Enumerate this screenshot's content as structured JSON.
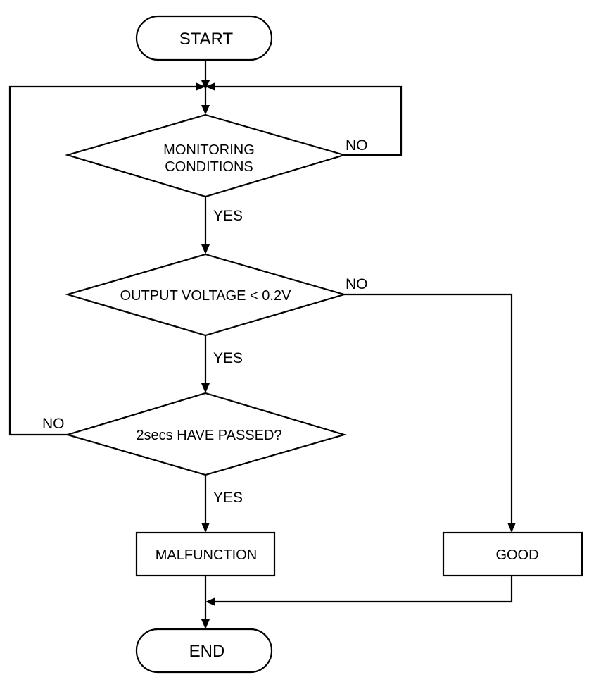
{
  "nodes": {
    "start": "START",
    "monitoring_line1": "MONITORING",
    "monitoring_line2": "CONDITIONS",
    "output_voltage": "OUTPUT VOLTAGE < 0.2V",
    "two_secs": "2secs HAVE PASSED?",
    "malfunction": "MALFUNCTION",
    "good": "GOOD",
    "end": "END"
  },
  "edge_labels": {
    "monitoring_no": "NO",
    "monitoring_yes": "YES",
    "voltage_no": "NO",
    "voltage_yes": "YES",
    "two_secs_no": "NO",
    "two_secs_yes": "YES"
  }
}
